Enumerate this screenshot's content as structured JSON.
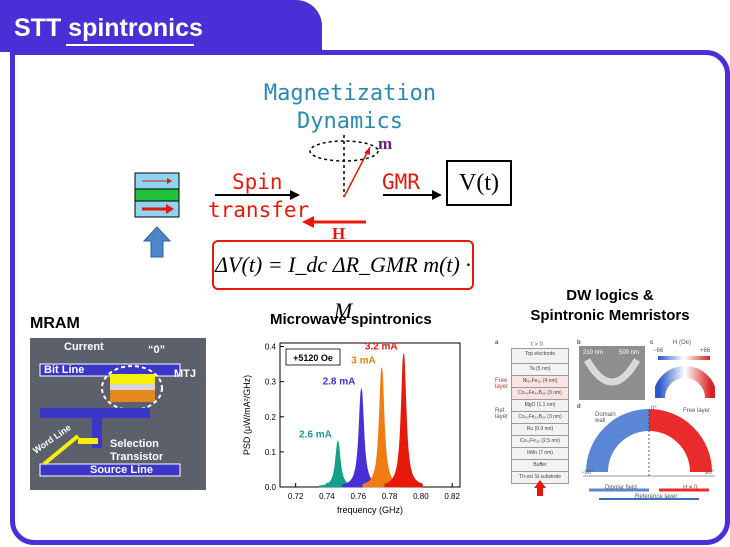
{
  "slide": {
    "title": "STT spintronics"
  },
  "top_diagram": {
    "title_line1": "Magnetization",
    "title_line2": "Dynamics",
    "m_label": "m",
    "spin_label_1": "Spin",
    "spin_label_2": "transfer",
    "gmr_label": "GMR",
    "vt_label": "V(t)",
    "h_label": "H",
    "equation": "ΔV(t) = I_dc ΔR_GMR m(t) · M"
  },
  "mram": {
    "heading": "MRAM",
    "labels": {
      "current": "Current",
      "zero": "“0”",
      "bit_line": "Bit Line",
      "mtj": "MTJ",
      "word_line": "Word Line",
      "selection": "Selection",
      "transistor": "Transistor",
      "source_line": "Source Line"
    }
  },
  "microwave": {
    "heading": "Microwave spintronics"
  },
  "dw": {
    "heading_line1": "DW logics &",
    "heading_line2": "Spintronic Memristors",
    "panel_a_rows": [
      "Top electrode",
      "Ta (5 nm)",
      "Ni₈₀Fe₂₀ (4 nm)",
      "Co₄₀Fe₄₀B₂₀ (3 nm)",
      "MgO (1.1 nm)",
      "Co₆₀Fe₂₀B₂₀ (3 nm)",
      "Ru (0.9 nm)",
      "Co₇₀Fe₃₀ (2.5 nm)",
      "IrMn (7 nm)",
      "Buffer",
      "Th-ox/ Si substrate"
    ],
    "panel_labels": [
      "a",
      "b",
      "c",
      "d"
    ],
    "side_labels": [
      "Free layer",
      "Ref. layer"
    ],
    "t_label": "t > 0",
    "b_scale_1": "210 nm",
    "b_scale_2": "500 nm",
    "c_title": "H (Oe)",
    "c_min": "−66",
    "c_max": "+66",
    "d_labels": [
      "Domain wall",
      "Free layer",
      "0°",
      "−90°",
      "90°",
      "H ≠ 0",
      "Dipolar field",
      "Reference layer"
    ]
  },
  "chart_data": {
    "type": "line",
    "title": "",
    "xlabel": "frequency (GHz)",
    "ylabel": "PSD (μW/mA²/GHz)",
    "xlim": [
      0.71,
      0.825
    ],
    "ylim": [
      0,
      0.41
    ],
    "xticks": [
      0.72,
      0.74,
      0.76,
      0.78,
      0.8,
      0.82
    ],
    "yticks": [
      0.0,
      0.1,
      0.2,
      0.3,
      0.4
    ],
    "annotation": "+5120 Oe",
    "series": [
      {
        "name": "2.6 mA",
        "color": "#159f8a",
        "center": 0.747,
        "peak": 0.13
      },
      {
        "name": "2.8 mA",
        "color": "#4a2fd6",
        "center": 0.762,
        "peak": 0.28
      },
      {
        "name": "3 mA",
        "color": "#f07c12",
        "center": 0.775,
        "peak": 0.34
      },
      {
        "name": "3.2 mA",
        "color": "#e6190b",
        "center": 0.789,
        "peak": 0.38
      }
    ]
  },
  "colors": {
    "frame": "#4a2fd6",
    "accent_red": "#e6190b",
    "title_teal": "#2a8ab5"
  }
}
